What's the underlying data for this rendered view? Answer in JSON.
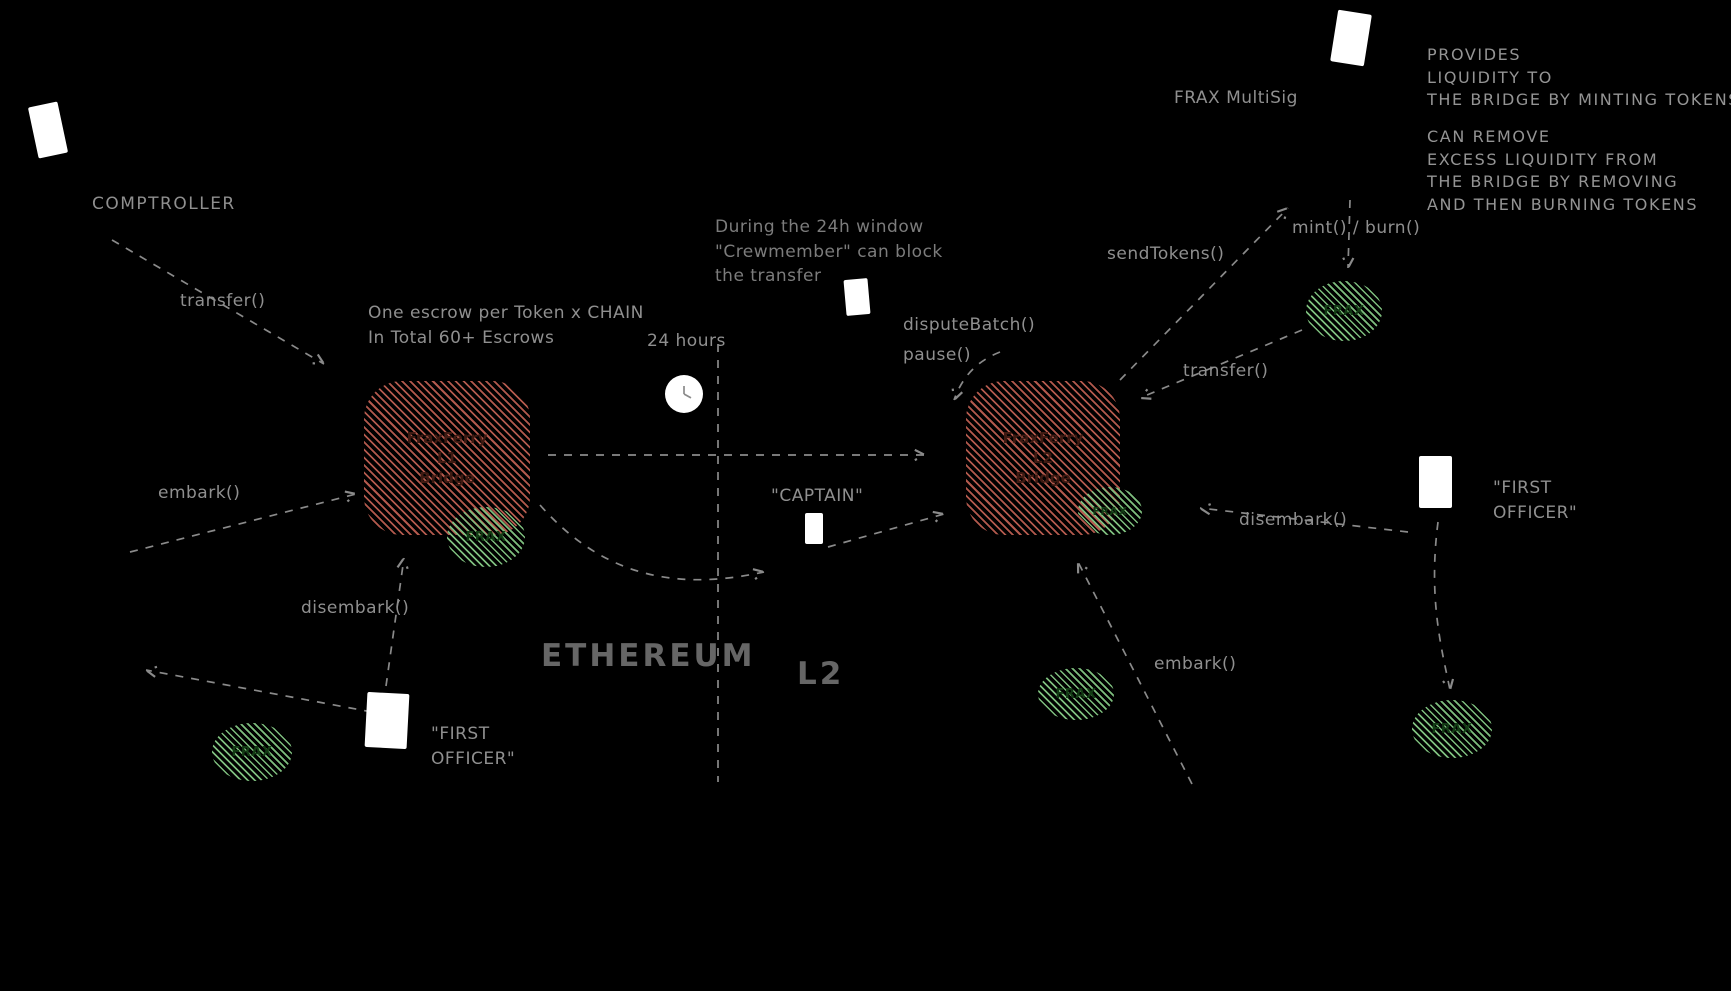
{
  "chains": {
    "left_label": "ETHEREUM",
    "right_label": "L2"
  },
  "boxes": {
    "left": {
      "lines": [
        "FraxFerry",
        "L1",
        "Bridge"
      ]
    },
    "right": {
      "lines": [
        "FraxFerry",
        "L2",
        "Bridge"
      ]
    }
  },
  "token": {
    "label": "FRAX"
  },
  "actors": {
    "comptroller": "COMPTROLLER",
    "frax_multisig": "FRAX MultiSig",
    "captain": "\"CAPTAIN\"",
    "first_officer": [
      "\"FIRST",
      "OFFICER\""
    ]
  },
  "calls": {
    "transfer_left": "transfer()",
    "embark_left": "embark()",
    "disembark_left": "disembark()",
    "dispute_batch": "disputeBatch()",
    "pause": "pause()",
    "send_tokens": "sendTokens()",
    "mint_burn": "mint() / burn()",
    "transfer_right": "transfer()",
    "disembark_right": "disembark()",
    "embark_right": "embark()"
  },
  "notes": {
    "hours": "24 hours",
    "escrow": [
      "One escrow per Token x CHAIN",
      "In Total 60+ Escrows"
    ],
    "window_24h": [
      "During the 24h window",
      "\"Crewmember\" can block",
      "the transfer"
    ],
    "provides": [
      "PROVIDES",
      "LIQUIDITY TO",
      "THE BRIDGE BY MINTING TOKENS"
    ],
    "remove": [
      "CAN REMOVE",
      "EXCESS LIQUIDITY FROM",
      "THE BRIDGE BY REMOVING",
      "AND THEN BURNING TOKENS"
    ]
  },
  "colors": {
    "background": "#000000",
    "label_gray": "#8f8f8f",
    "chain_gray": "#666666",
    "bridge_hatch_red": "#b2594d",
    "token_hatch_green": "#7dbd7d",
    "arrow_gray": "#8a8a8a",
    "person_white": "#ffffff"
  }
}
